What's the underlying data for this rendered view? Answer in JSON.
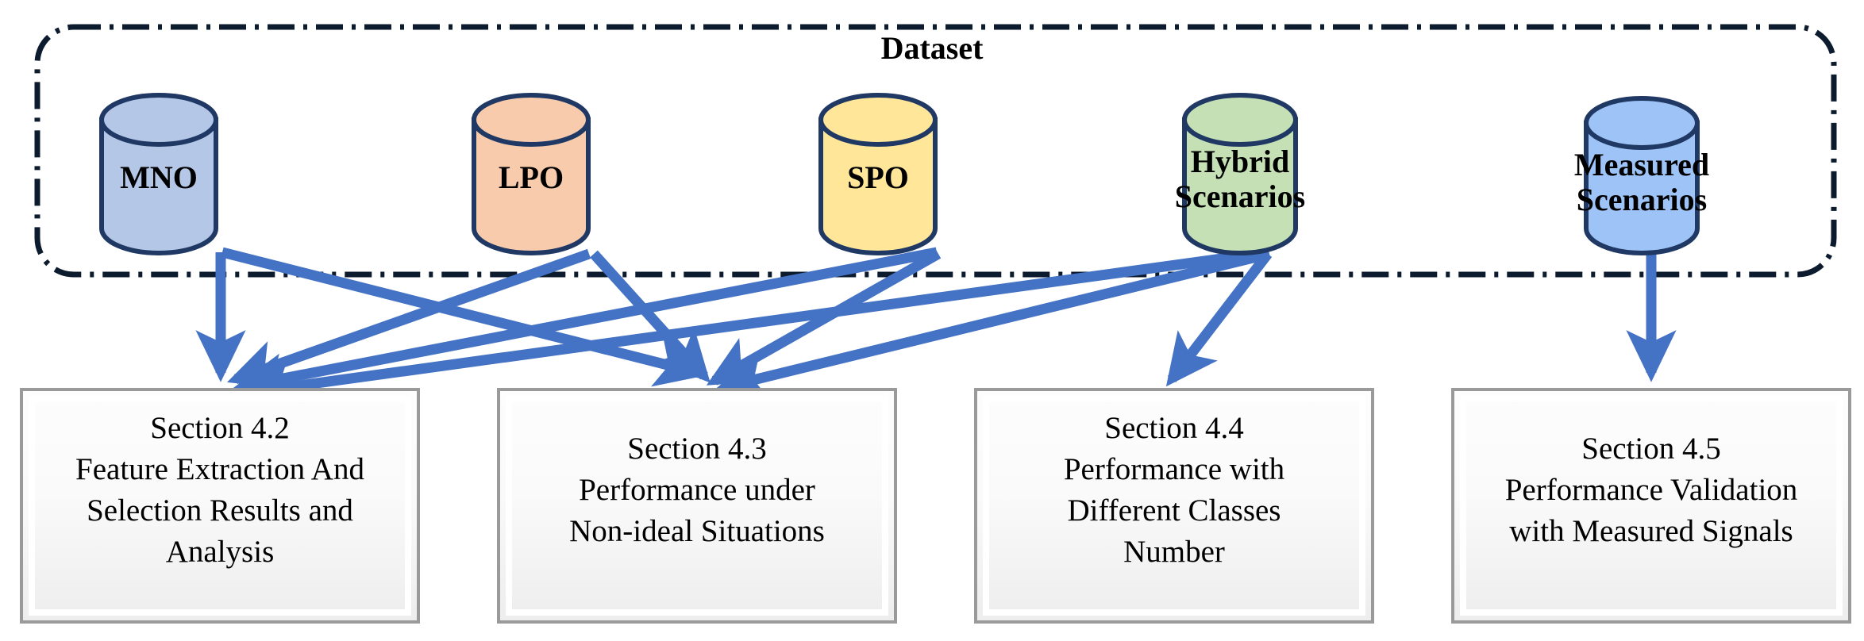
{
  "dataset_group": {
    "title": "Dataset",
    "border_style": "dash-dot",
    "border_color": "#0d1b2e"
  },
  "cylinders": [
    {
      "id": "mno",
      "label_lines": [
        "MNO"
      ],
      "fill": "#b4c7e7",
      "stroke": "#1f3864"
    },
    {
      "id": "lpo",
      "label_lines": [
        "LPO"
      ],
      "fill": "#f8cbad",
      "stroke": "#1f3864"
    },
    {
      "id": "spo",
      "label_lines": [
        "SPO"
      ],
      "fill": "#ffe699",
      "stroke": "#1f3864"
    },
    {
      "id": "hybrid",
      "label_lines": [
        "Hybrid",
        "Scenarios"
      ],
      "fill": "#c5e0b4",
      "stroke": "#1f3864"
    },
    {
      "id": "measured",
      "label_lines": [
        "Measured",
        "Scenarios"
      ],
      "fill": "#9dc3f7",
      "stroke": "#1f3864"
    }
  ],
  "sections": [
    {
      "id": "section-4-2",
      "lines": [
        "Section 4.2",
        "Feature Extraction And",
        "Selection Results and",
        "Analysis"
      ]
    },
    {
      "id": "section-4-3",
      "lines": [
        "Section 4.3",
        "Performance under",
        "Non-ideal Situations"
      ]
    },
    {
      "id": "section-4-4",
      "lines": [
        "Section 4.4",
        "Performance with",
        "Different Classes",
        "Number"
      ]
    },
    {
      "id": "section-4-5",
      "lines": [
        "Section 4.5",
        "Performance Validation",
        "with Measured Signals"
      ]
    }
  ],
  "arrows": {
    "color": "#4472c4",
    "connections": [
      {
        "from": "mno",
        "to": "section-4-2"
      },
      {
        "from": "mno",
        "to": "section-4-3"
      },
      {
        "from": "lpo",
        "to": "section-4-2"
      },
      {
        "from": "lpo",
        "to": "section-4-3"
      },
      {
        "from": "spo",
        "to": "section-4-2"
      },
      {
        "from": "spo",
        "to": "section-4-3"
      },
      {
        "from": "hybrid",
        "to": "section-4-2"
      },
      {
        "from": "hybrid",
        "to": "section-4-3"
      },
      {
        "from": "hybrid",
        "to": "section-4-4"
      },
      {
        "from": "measured",
        "to": "section-4-5"
      }
    ]
  },
  "colors": {
    "arrow_blue": "#4472c4",
    "cylinder_stroke": "#1f3864",
    "box_border": "#9a9a9a",
    "box_fill_top": "#ffffff",
    "box_fill_bottom": "#f2f2f2"
  }
}
